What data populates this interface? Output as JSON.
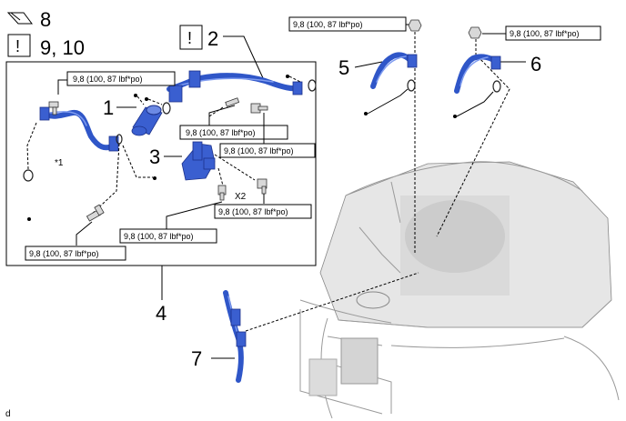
{
  "callouts": {
    "c1": "1",
    "c2": "2",
    "c3": "3",
    "c4": "4",
    "c5": "5",
    "c6": "6",
    "c7": "7",
    "c8": "8",
    "c9_10": "9, 10"
  },
  "torque_spec": "9,8 (100, 87 lbf*po)",
  "quantity_label": "X2",
  "note_ref": "*1",
  "notice_symbol": "!",
  "figure_code": "d",
  "colors": {
    "part_blue": "#2f56c8",
    "line": "#000000",
    "vehicle_gray": "#9a9a9a"
  },
  "icons": [
    "grease-icon",
    "caution-icon"
  ]
}
